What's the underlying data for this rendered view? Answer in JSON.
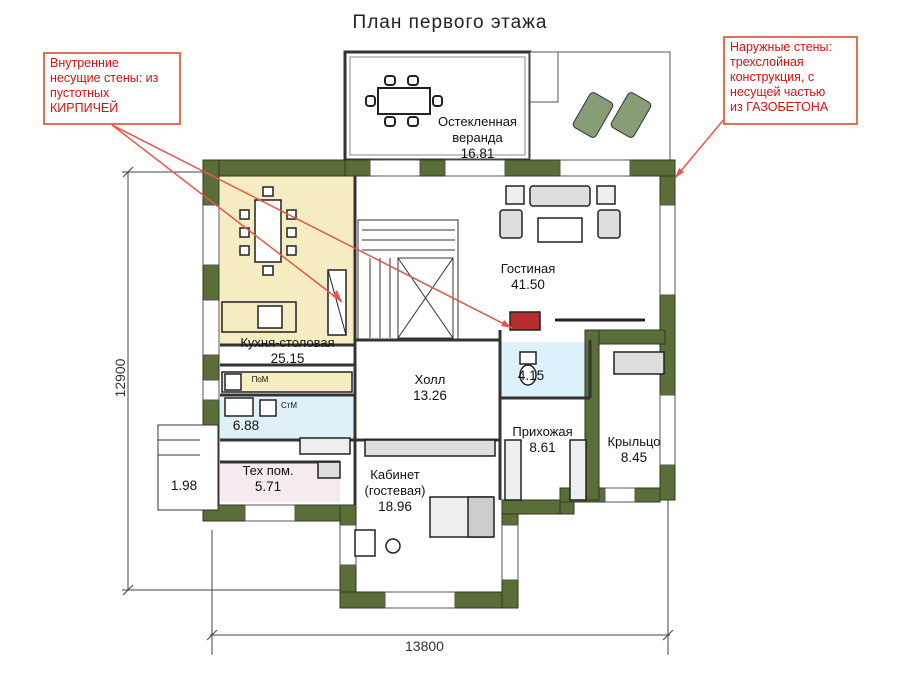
{
  "title": "План первого этажа",
  "callouts": {
    "inner": [
      "Внутренние",
      "несущие стены: из",
      "пустотных",
      "КИРПИЧЕЙ"
    ],
    "outer": [
      "Наружные стены:",
      "трехслойная",
      "конструкция, с",
      "несущей частью",
      "из ГАЗОБЕТОНА"
    ]
  },
  "rooms": {
    "veranda": {
      "name1": "Остекленная",
      "name2": "веранда",
      "area": "16.81"
    },
    "living": {
      "name": "Гостиная",
      "area": "41.50"
    },
    "kitchen": {
      "name": "Кухня-столовая",
      "area": "25.15"
    },
    "hall": {
      "name": "Холл",
      "area": "13.26"
    },
    "wc": {
      "area": "4.15"
    },
    "hallway": {
      "name": "Прихожая",
      "area": "8.61"
    },
    "porch": {
      "name": "Крыльцо",
      "area": "8.45"
    },
    "laundry": {
      "area": "6.88"
    },
    "tech": {
      "name": "Тех пом.",
      "area": "5.71"
    },
    "study": {
      "name1": "Кабинет",
      "name2": "(гостевая)",
      "area": "18.96"
    },
    "side_porch": {
      "area": "1.98"
    }
  },
  "appliances": {
    "dishwasher": "ПоМ",
    "washer": "СтМ"
  },
  "dimensions": {
    "width": "13800",
    "height": "12900"
  },
  "colors": {
    "wall": "#5b6e3a",
    "kitchen_floor": "#f5ecc2",
    "tech_floor": "#f5eaf0",
    "laundry_floor": "#dff1f8",
    "wc_floor": "#dcf1f9",
    "callout_border": "#e0724f",
    "callout_text": "#d2140e",
    "arrow": "#e8564a"
  }
}
